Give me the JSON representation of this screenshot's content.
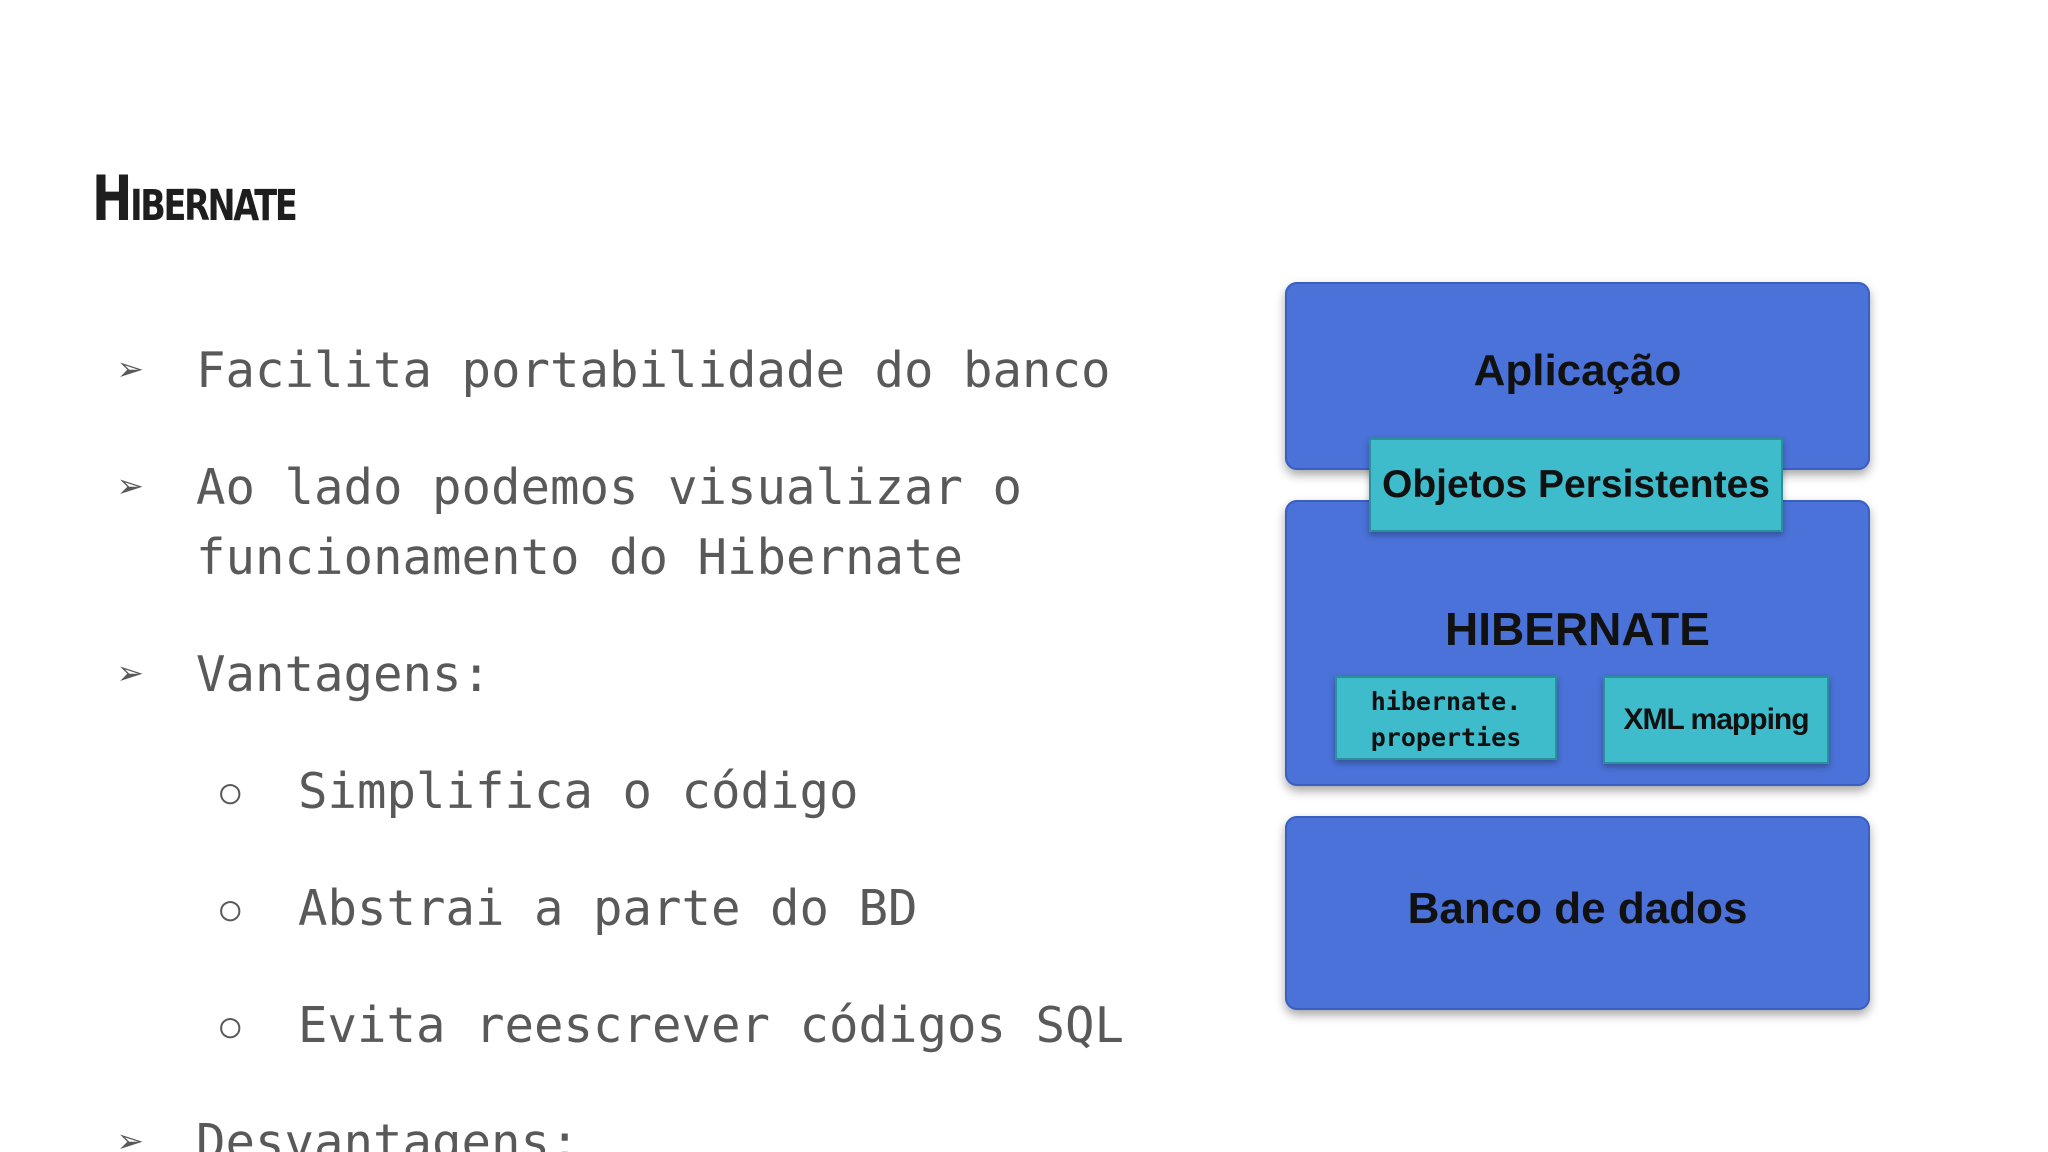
{
  "slide": {
    "title": "Hibernate",
    "bullets": [
      {
        "level": 1,
        "marker": "➢",
        "lines": [
          "Facilita portabilidade do banco"
        ]
      },
      {
        "level": 1,
        "marker": "➢",
        "lines": [
          "Ao lado podemos visualizar o",
          "funcionamento do Hibernate"
        ]
      },
      {
        "level": 1,
        "marker": "➢",
        "lines": [
          "Vantagens:"
        ]
      },
      {
        "level": 2,
        "marker": "○",
        "lines": [
          "Simplifica o código"
        ]
      },
      {
        "level": 2,
        "marker": "○",
        "lines": [
          "Abstrai a parte do BD"
        ]
      },
      {
        "level": 2,
        "marker": "○",
        "lines": [
          "Evita reescrever códigos SQL"
        ]
      },
      {
        "level": 1,
        "marker": "➢",
        "lines": [
          "Desvantagens:"
        ]
      }
    ]
  },
  "diagram": {
    "application_label": "Aplicação",
    "persistent_objects_label": "Objetos Persistentes",
    "hibernate_label": "HIBERNATE",
    "properties_label": "hibernate.\nproperties",
    "xml_mapping_label": "XML mapping",
    "database_label": "Banco de dados",
    "colors": {
      "box_blue": "#4a72d8",
      "inner_teal": "#3fbccc"
    }
  }
}
